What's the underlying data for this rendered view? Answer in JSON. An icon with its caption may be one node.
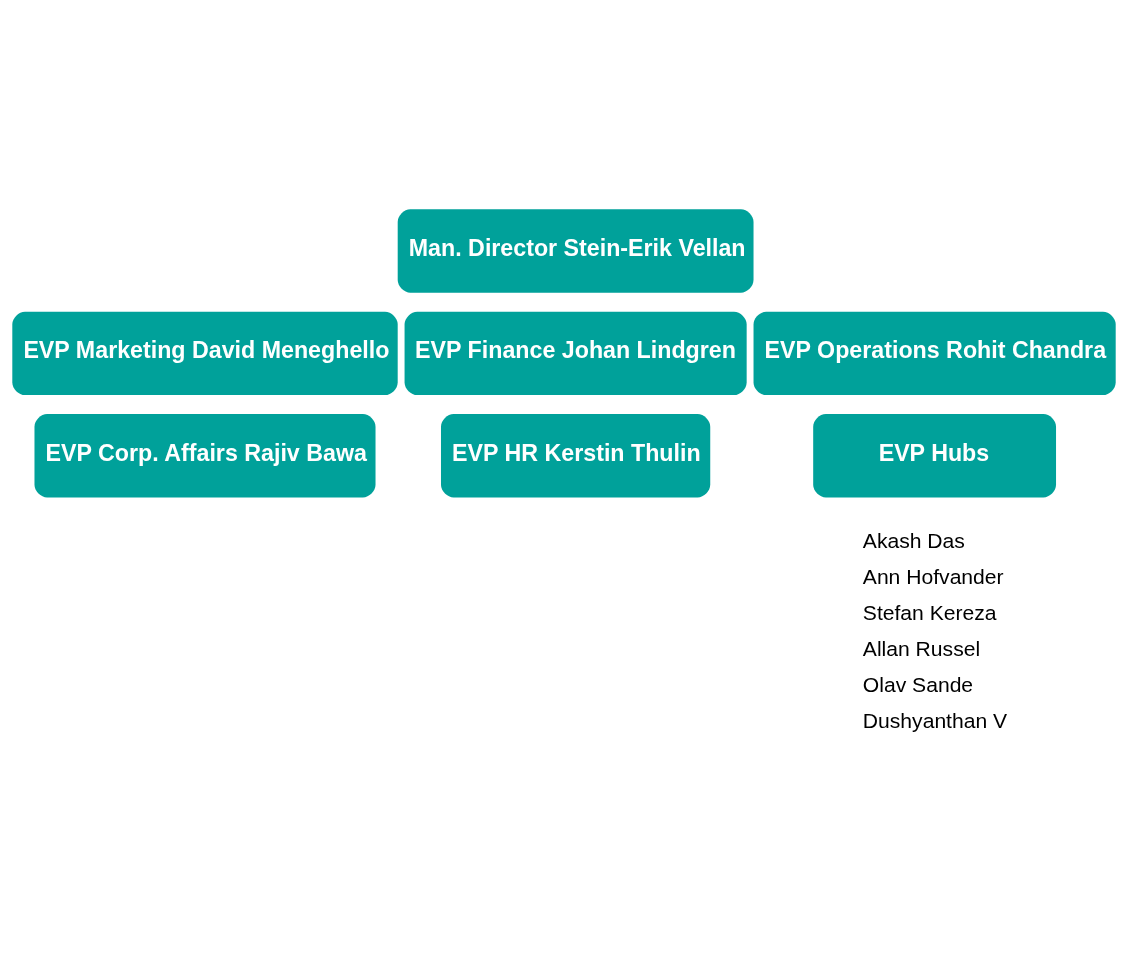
{
  "diagram": {
    "nodes": [
      {
        "text": [
          "Man. Director Stein-Erik Vellan"
        ]
      },
      {
        "text": [
          "EVP Marketing David Meneghello"
        ]
      },
      {
        "text": [
          "EVP Finance Johan Lindgren"
        ]
      },
      {
        "text": [
          "EVP Operations Rohit Chandra"
        ]
      },
      {
        "text": [
          "EVP Corp. Affairs Rajiv Bawa"
        ]
      },
      {
        "text": [
          "EVP HR Kerstin Thulin"
        ]
      },
      {
        "text": [
          "EVP Hubs"
        ],
        "beside": [
          "Akash Das",
          "Ann Hofvander",
          "Stefan Kereza",
          "Allan Russel",
          "Olav Sande",
          "Dushyanthan V"
        ]
      }
    ],
    "edges": []
  }
}
